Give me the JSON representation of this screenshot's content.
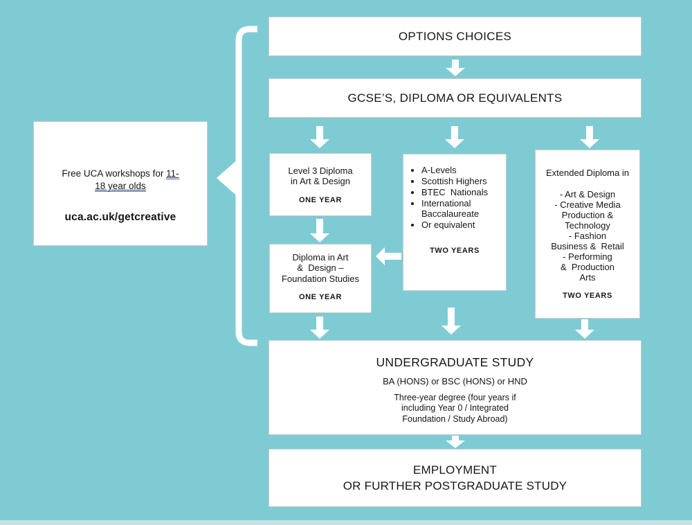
{
  "colors": {
    "background": "#7FCBD3",
    "box_fill": "#FFFFFF",
    "box_border": "#C9CCCC",
    "arrow": "#FFFFFF",
    "text": "#161616",
    "link_underline": "#4472C4"
  },
  "workshops_note": {
    "line1_prefix": "Free UCA workshops for ",
    "line1_underlined": "11-",
    "line2_underlined": "18 year olds",
    "website": "uca.ac.uk/getcreative"
  },
  "flow": {
    "options": {
      "title": "OPTIONS CHOICES"
    },
    "gcse": {
      "title": "GCSE’S, DIPLOMA OR EQUIVALENTS"
    },
    "level3": {
      "title": "Level 3 Diploma\nin Art & Design",
      "duration": "ONE YEAR"
    },
    "alevels": {
      "bullets": [
        "A-Levels",
        "Scottish Highers",
        "BTEC  Nationals",
        "International Baccalaureate",
        "Or equivalent"
      ],
      "duration": "TWO YEARS"
    },
    "extended": {
      "title": "Extended Diploma in",
      "body": "- Art & Design\n- Creative Media\nProduction &\nTechnology\n- Fashion\nBusiness &  Retail\n- Performing\n&  Production\nArts",
      "duration": "TWO YEARS"
    },
    "foundation": {
      "title": "Diploma in Art\n&  Design –\nFoundation Studies",
      "duration": "ONE YEAR"
    },
    "undergraduate": {
      "title": "UNDERGRADUATE STUDY",
      "subtitle": "BA (HONS) or BSC (HONS) or HND",
      "note": "Three-year degree (four years if\nincluding Year 0 / Integrated\nFoundation / Study Abroad)"
    },
    "employment": {
      "title": "EMPLOYMENT\nOR FURTHER POSTGRADUATE STUDY"
    }
  }
}
